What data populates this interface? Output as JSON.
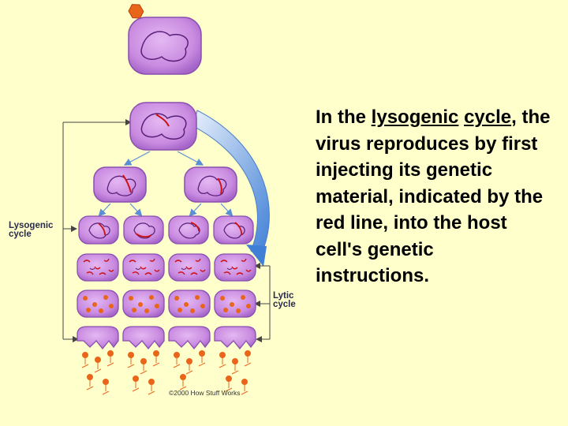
{
  "diagram": {
    "lysogenic_label_line1": "Lysogenic",
    "lysogenic_label_line2": "cycle",
    "lytic_label_line1": "Lytic",
    "lytic_label_line2": "cycle",
    "copyright": "©2000 How Stuff Works",
    "colors": {
      "background": "#ffffcc",
      "cell_fill": "#c98be0",
      "cell_stroke": "#8a4fb0",
      "viral_dna": "#cc1111",
      "phage": "#e8651a",
      "arrow": "#5a8fd8"
    }
  },
  "caption": {
    "part1": "In the ",
    "term1": "lysogenic",
    "part2": " ",
    "term2": "cycle",
    "part3": ", the virus reproduces by first injecting its genetic material, indicated by the red line, into the host cell's genetic instructions."
  }
}
